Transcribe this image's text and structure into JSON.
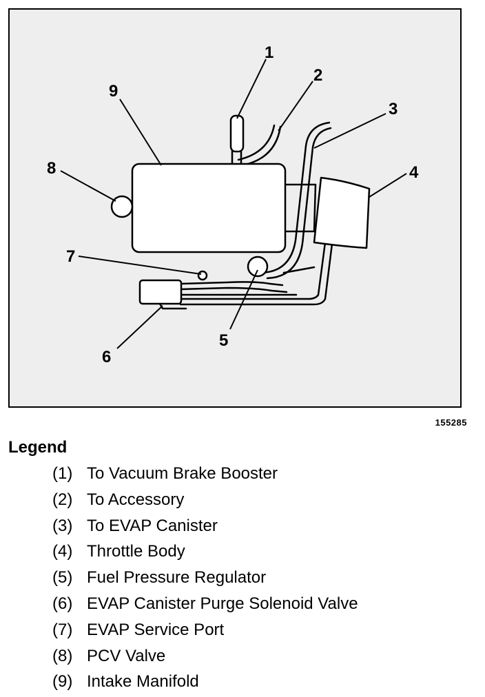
{
  "figure_id": "155285",
  "callouts": [
    "1",
    "2",
    "3",
    "4",
    "5",
    "6",
    "7",
    "8",
    "9"
  ],
  "legend": {
    "title": "Legend",
    "items": [
      {
        "num": "(1)",
        "text": "To Vacuum Brake Booster"
      },
      {
        "num": "(2)",
        "text": "To Accessory"
      },
      {
        "num": "(3)",
        "text": "To EVAP Canister"
      },
      {
        "num": "(4)",
        "text": "Throttle Body"
      },
      {
        "num": "(5)",
        "text": "Fuel Pressure Regulator"
      },
      {
        "num": "(6)",
        "text": "EVAP Canister Purge Solenoid Valve"
      },
      {
        "num": "(7)",
        "text": "EVAP Service Port"
      },
      {
        "num": "(8)",
        "text": "PCV Valve"
      },
      {
        "num": "(9)",
        "text": "Intake Manifold"
      }
    ]
  },
  "colors": {
    "background": "#eeeeee",
    "line": "#000000",
    "part_fill": "#ffffff"
  }
}
